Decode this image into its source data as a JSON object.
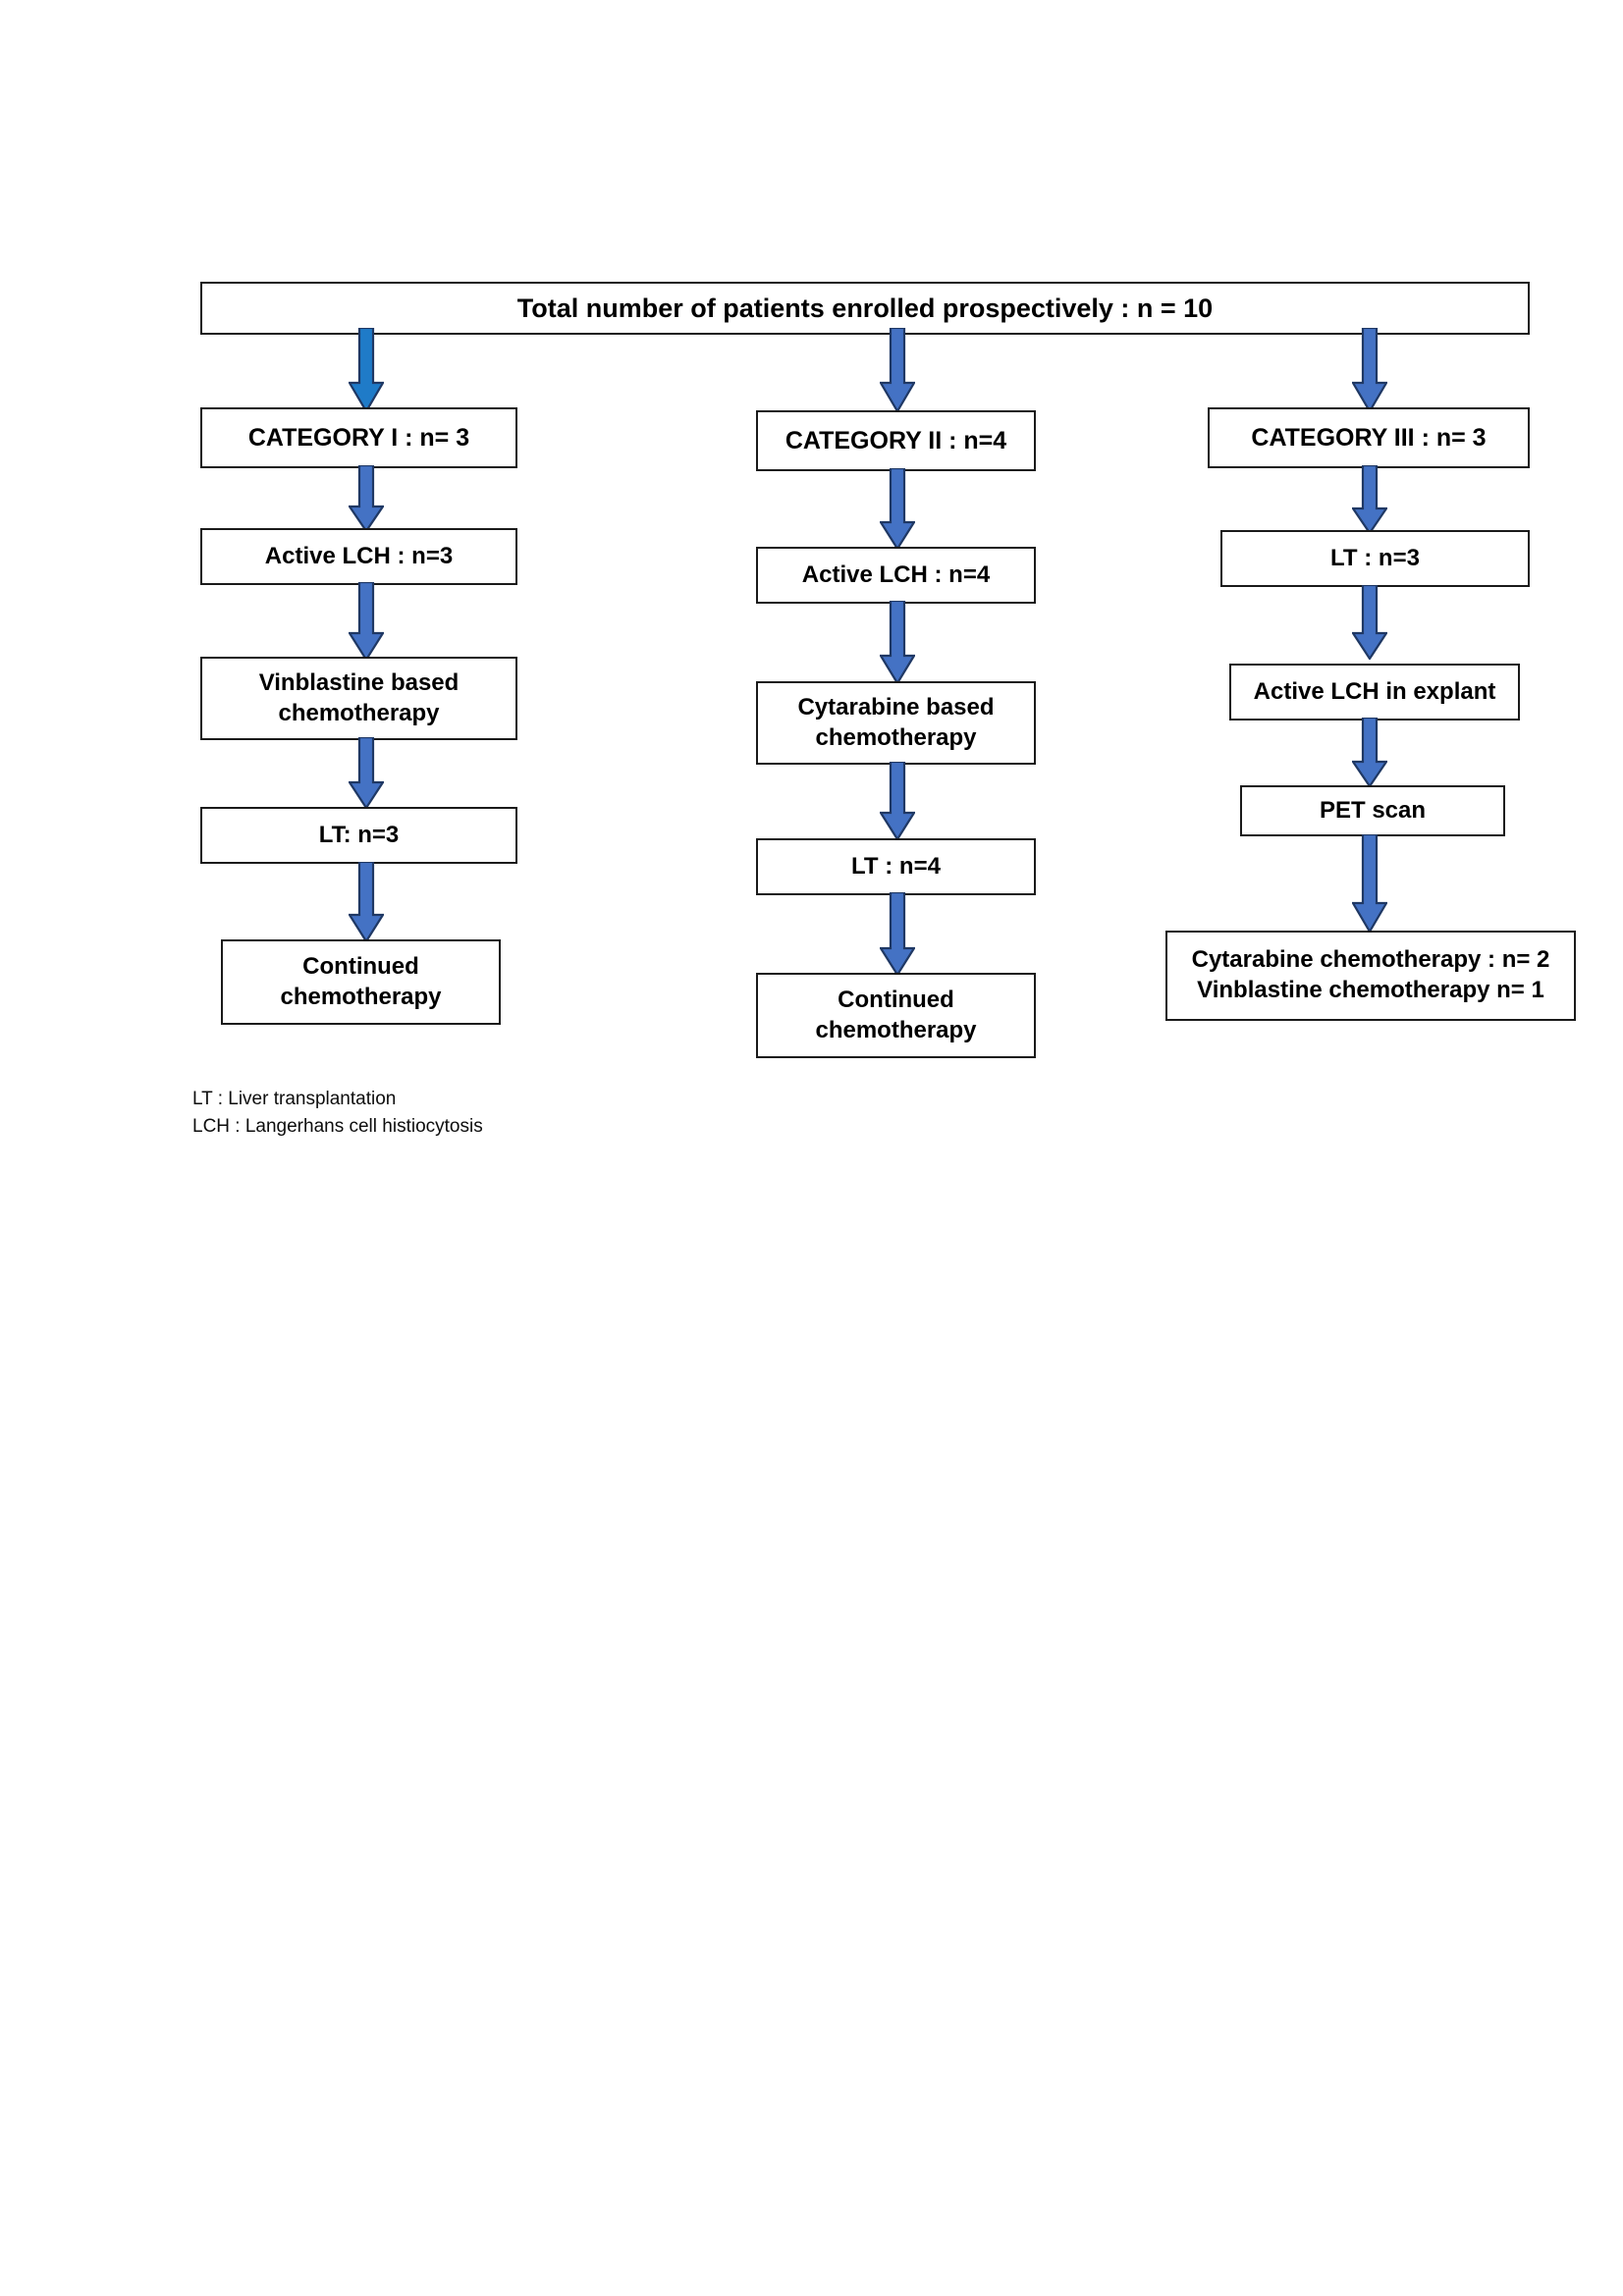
{
  "figure": {
    "title_box": {
      "label": "Total number of patients enrolled prospectively : n = 10"
    },
    "columns": [
      {
        "id": "category-1",
        "nodes": [
          {
            "name": "category-1-header",
            "lines": [
              "CATEGORY I : n= 3"
            ]
          },
          {
            "name": "category-1-active-lch",
            "lines": [
              "Active LCH : n=3"
            ]
          },
          {
            "name": "category-1-chemotherapy",
            "lines": [
              "Vinblastine based",
              "chemotherapy"
            ]
          },
          {
            "name": "category-1-lt",
            "lines": [
              "LT: n=3"
            ]
          },
          {
            "name": "category-1-continued-chemo",
            "lines": [
              "Continued",
              "chemotherapy"
            ]
          }
        ]
      },
      {
        "id": "category-2",
        "nodes": [
          {
            "name": "category-2-header",
            "lines": [
              "CATEGORY II : n=4"
            ]
          },
          {
            "name": "category-2-active-lch",
            "lines": [
              "Active LCH : n=4"
            ]
          },
          {
            "name": "category-2-chemotherapy",
            "lines": [
              "Cytarabine based",
              "chemotherapy"
            ]
          },
          {
            "name": "category-2-lt",
            "lines": [
              "LT : n=4"
            ]
          },
          {
            "name": "category-2-continued-chemo",
            "lines": [
              "Continued",
              "chemotherapy"
            ]
          }
        ]
      },
      {
        "id": "category-3",
        "nodes": [
          {
            "name": "category-3-header",
            "lines": [
              "CATEGORY III : n= 3"
            ]
          },
          {
            "name": "category-3-lt",
            "lines": [
              "LT : n=3"
            ]
          },
          {
            "name": "category-3-active-lch-explant",
            "lines": [
              "Active LCH in explant"
            ]
          },
          {
            "name": "category-3-pet-scan",
            "lines": [
              "PET scan"
            ]
          },
          {
            "name": "category-3-outcome",
            "lines": [
              "Cytarabine chemotherapy : n= 2",
              "Vinblastine chemotherapy n= 1"
            ]
          }
        ]
      }
    ],
    "legend": {
      "lines": [
        "LT : Liver transplantation",
        "LCH : Langerhans cell histiocytosis"
      ]
    },
    "colors": {
      "arrow_fill_primary": "#4472C4",
      "arrow_fill_highlight": "#1F7BC8",
      "arrow_outline": "#1F3864",
      "box_border": "#1a1a1a",
      "background": "#ffffff",
      "text": "#000000"
    }
  }
}
